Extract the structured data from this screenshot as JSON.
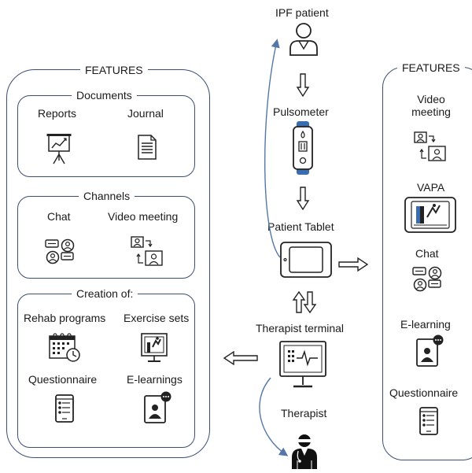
{
  "left_panel": {
    "title": "FEATURES",
    "documents": {
      "title": "Documents",
      "reports": "Reports",
      "journal": "Journal"
    },
    "channels": {
      "title": "Channels",
      "chat": "Chat",
      "video_meeting": "Video meeting"
    },
    "creation": {
      "title": "Creation of:",
      "rehab_programs": "Rehab programs",
      "exercise_sets": "Exercise sets",
      "questionnaire": "Questionnaire",
      "e_learnings": "E-learnings"
    }
  },
  "center": {
    "patient": "IPF patient",
    "pulsometer": "Pulsometer",
    "patient_tablet": "Patient Tablet",
    "therapist_terminal": "Therapist terminal",
    "therapist": "Therapist"
  },
  "right_panel": {
    "title": "FEATURES",
    "video_meeting": "Video\nmeeting",
    "vapa": "VAPA",
    "chat": "Chat",
    "e_learning": "E-learning",
    "questionnaire": "Questionnaire"
  },
  "colors": {
    "panel_border": "#3a4f73",
    "arrow_blue": "#5577a8",
    "icon_dark": "#222222",
    "pulsometer_blue": "#3a6db0"
  }
}
